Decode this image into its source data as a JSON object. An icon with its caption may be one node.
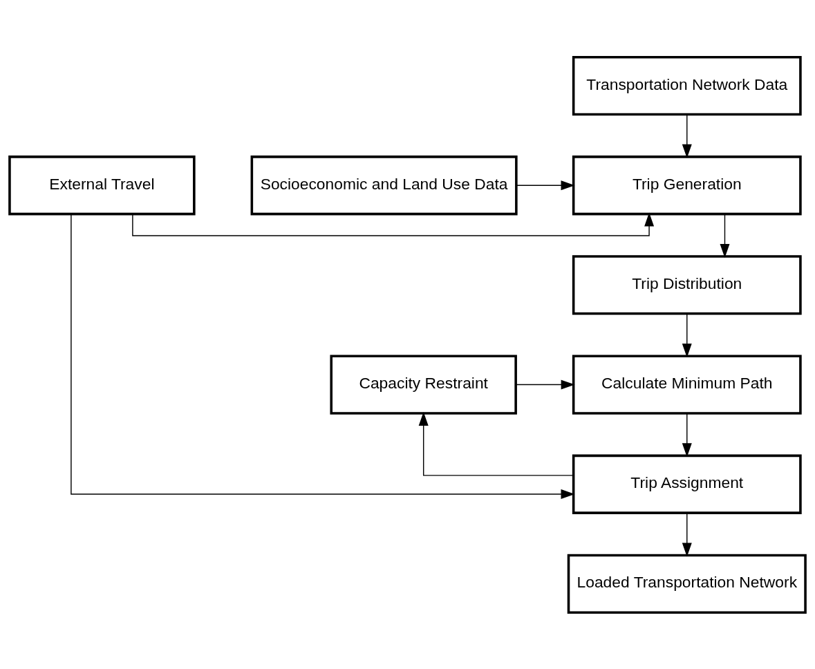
{
  "diagram": {
    "nodes": [
      {
        "text": [
          "Transportation Network Data"
        ]
      },
      {
        "text": [
          "Socioeconomic and Land Use Data"
        ]
      },
      {
        "text": [
          "Trip Generation"
        ]
      },
      {
        "text": [
          "External Travel"
        ]
      },
      {
        "text": [
          "Trip Distribution"
        ]
      },
      {
        "text": [
          "Calculate Minimum Path"
        ]
      },
      {
        "text": [
          "Capacity Restraint"
        ]
      },
      {
        "text": [
          "Trip Assignment"
        ]
      },
      {
        "text": [
          "Loaded Transportation Network"
        ]
      }
    ],
    "edges": [
      {
        "from": 0,
        "to": 2,
        "arrow": "to"
      },
      {
        "from": 1,
        "to": 2,
        "arrow": "to"
      },
      {
        "from": 3,
        "to": 2,
        "arrow": "to"
      },
      {
        "from": 2,
        "to": 4,
        "arrow": "to"
      },
      {
        "from": 4,
        "to": 5,
        "arrow": "to"
      },
      {
        "from": 6,
        "to": 5,
        "arrow": "to"
      },
      {
        "from": 5,
        "to": 7,
        "arrow": "to"
      },
      {
        "from": 7,
        "to": 6,
        "arrow": "to"
      },
      {
        "from": 3,
        "to": 7,
        "arrow": "to"
      },
      {
        "from": 7,
        "to": 8,
        "arrow": "to"
      }
    ]
  }
}
